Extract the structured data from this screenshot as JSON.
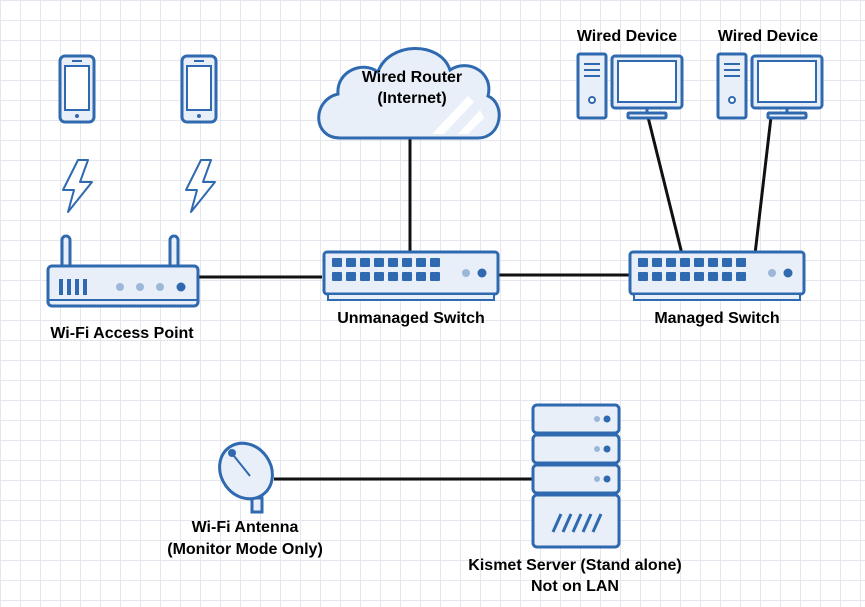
{
  "colors": {
    "device_fill": "#e8eff8",
    "device_stroke": "#2f6ab0",
    "port_fill": "#2f6ab0",
    "link": "#111111",
    "screen_fill": "#dbe7f5"
  },
  "nodes": {
    "router": {
      "label_line1": "Wired Router",
      "label_line2": "(Internet)",
      "icon": "cloud-icon"
    },
    "wired_device_1": {
      "label": "Wired Device",
      "icon": "desktop-computer-icon"
    },
    "wired_device_2": {
      "label": "Wired Device",
      "icon": "desktop-computer-icon"
    },
    "access_point": {
      "label": "Wi-Fi Access Point",
      "icon": "wifi-router-icon"
    },
    "unmanaged_switch": {
      "label": "Unmanaged Switch",
      "icon": "network-switch-icon"
    },
    "managed_switch": {
      "label": "Managed Switch",
      "icon": "network-switch-icon"
    },
    "antenna": {
      "label_line1": "Wi-Fi Antenna",
      "label_line2": "(Monitor Mode Only)",
      "icon": "satellite-dish-icon"
    },
    "kismet_server": {
      "label_line1": "Kismet Server (Stand alone)",
      "label_line2": "Not on LAN",
      "icon": "server-icon"
    },
    "phones": {
      "icon": "smartphone-icon"
    },
    "wireless_links": {
      "icon": "lightning-bolt-icon"
    }
  },
  "links": [
    {
      "from": "router",
      "to": "unmanaged_switch",
      "type": "wired"
    },
    {
      "from": "access_point",
      "to": "unmanaged_switch",
      "type": "wired"
    },
    {
      "from": "unmanaged_switch",
      "to": "managed_switch",
      "type": "wired"
    },
    {
      "from": "wired_device_1",
      "to": "managed_switch",
      "type": "wired"
    },
    {
      "from": "wired_device_2",
      "to": "managed_switch",
      "type": "wired"
    },
    {
      "from": "antenna",
      "to": "kismet_server",
      "type": "wired"
    },
    {
      "from": "phones",
      "to": "access_point",
      "type": "wireless"
    }
  ]
}
